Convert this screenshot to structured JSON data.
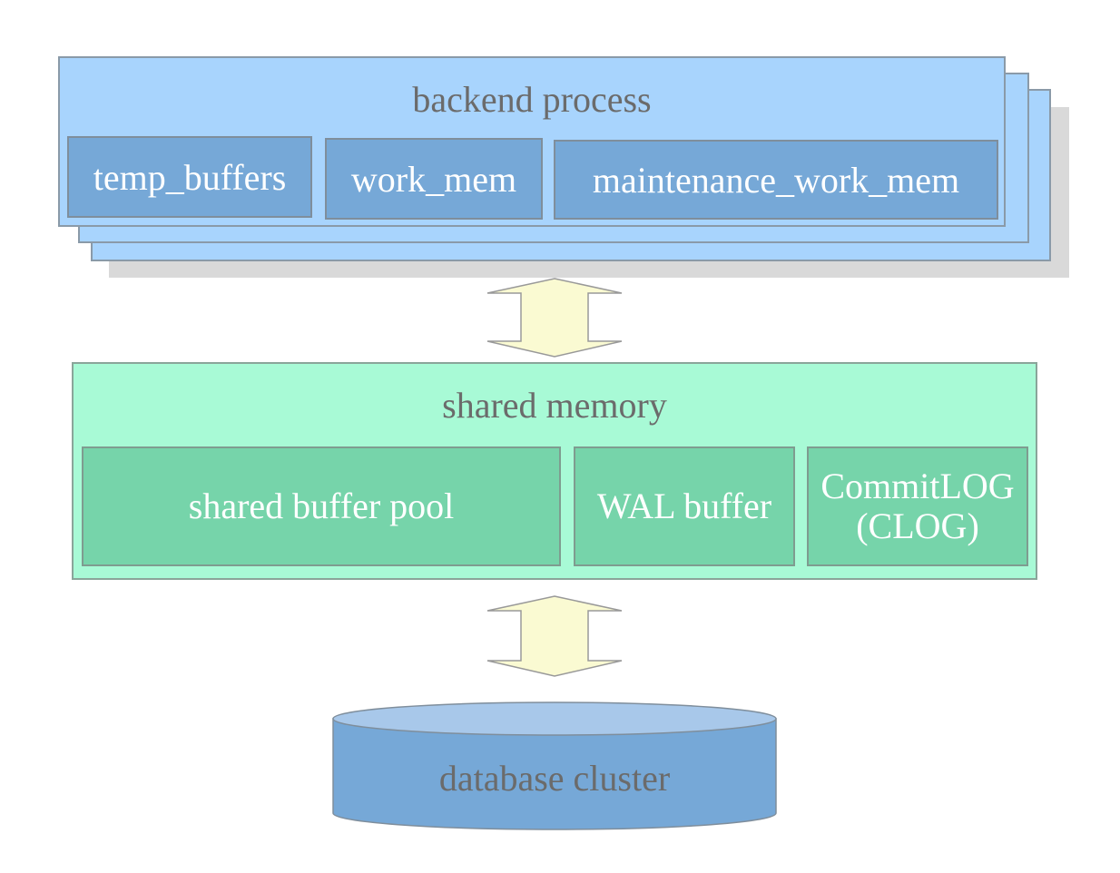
{
  "backend": {
    "title": "backend process",
    "boxes": [
      "temp_buffers",
      "work_mem",
      "maintenance_work_mem"
    ]
  },
  "shared": {
    "title": "shared memory",
    "boxes": [
      "shared buffer pool",
      "WAL buffer",
      "CommitLOG\n(CLOG)"
    ]
  },
  "database": {
    "label": "database cluster"
  },
  "colors": {
    "backend_fill": "#a8d4fd",
    "backend_box": "#76a8d7",
    "shared_fill": "#a8fad6",
    "shared_box": "#76d4aa",
    "arrow_fill": "#fafad2",
    "cylinder": "#76a8d7",
    "cylinder_top": "#a8c8ea"
  }
}
